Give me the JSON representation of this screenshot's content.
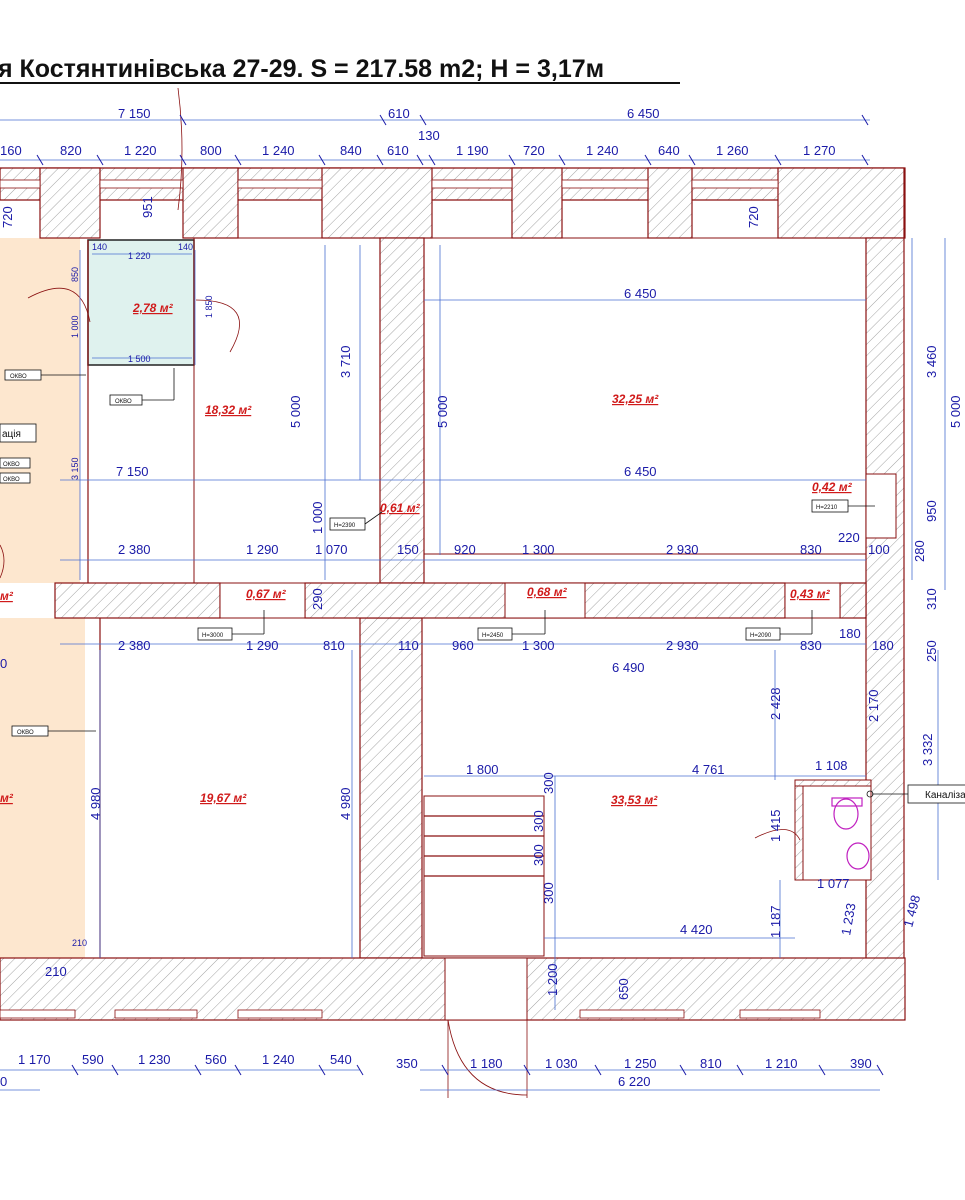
{
  "title": "я Костянтинівська 27-29. S = 217.58 m2;  H = 3,17м",
  "areas": {
    "r_small": "2,78 м²",
    "r_1832": "18,32 м²",
    "r_3225": "32,25 м²",
    "r_042": "0,42 м²",
    "r_061": "0,61 м²",
    "r_067": "0,67 м²",
    "r_068": "0,68 м²",
    "r_043": "0,43 м²",
    "r_1967": "19,67 м²",
    "r_3353": "33,53 м²",
    "r_left_top": "м²",
    "r_left_bottom": "м²"
  },
  "tags": {
    "h2390": "H=2390",
    "h2210": "H=2210",
    "h3000": "H=3000",
    "h2450": "H=2450",
    "h2090": "H=2090",
    "t_left1": "ОКВО",
    "t_left2": "ОКВО",
    "t_left3": "ОКВО",
    "t_left4": "ОКВО",
    "t_left5": "ОКВО"
  },
  "labels": {
    "ventilation": "ація",
    "sewer": "Каналіза"
  },
  "dims": {
    "top1": [
      "7 150",
      "610",
      "6 450"
    ],
    "top2": [
      "160",
      "820",
      "1 220",
      "800",
      "1 240",
      "840",
      "610",
      "130",
      "1 190",
      "720",
      "1 240",
      "640",
      "1 260",
      "1 270"
    ],
    "room_a": [
      "720",
      "951",
      "140",
      "1 220",
      "140",
      "850",
      "1 000",
      "1 850",
      "1 500",
      "3 150",
      "5 000",
      "3 710",
      "7 150"
    ],
    "room_b": [
      "720",
      "6 450",
      "5 000",
      "6 450",
      "3 460",
      "5 000",
      "950",
      "220"
    ],
    "mid": [
      "2 380",
      "1 290",
      "1 000",
      "1 070",
      "150",
      "920",
      "1 300",
      "2 930",
      "830",
      "100",
      "280",
      "290",
      "310"
    ],
    "mid2": [
      "2 380",
      "1 290",
      "810",
      "110",
      "960",
      "1 300",
      "2 930",
      "830",
      "180",
      "180",
      "250",
      "0",
      "6 490"
    ],
    "lower": [
      "4 980",
      "4 980",
      "2 428",
      "2 170",
      "3 332",
      "1 800",
      "4 761",
      "1 108",
      "300",
      "300",
      "300",
      "300",
      "1 415",
      "1 077",
      "1 187",
      "1 233",
      "1 498",
      "4 420",
      "210",
      "210",
      "1 200",
      "650"
    ],
    "bottom": [
      "1 170",
      "590",
      "1 230",
      "560",
      "1 240",
      "540",
      "350",
      "1 180",
      "1 030",
      "1 250",
      "810",
      "1 210",
      "390",
      "0",
      "6 220"
    ]
  }
}
